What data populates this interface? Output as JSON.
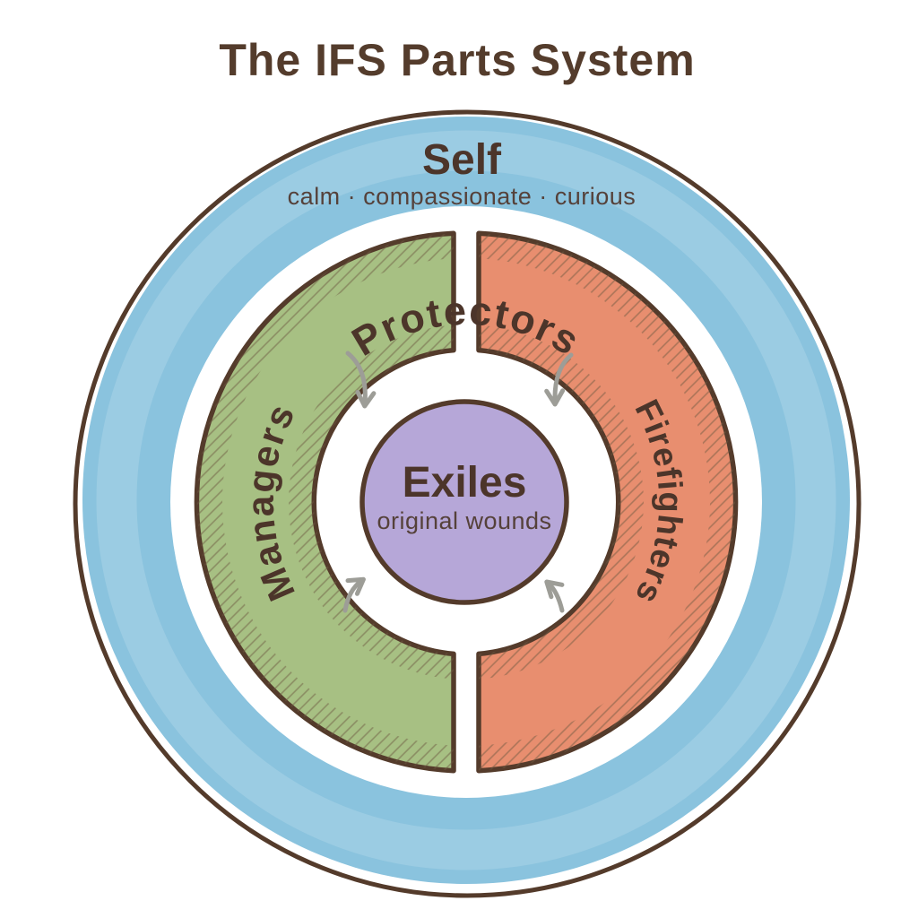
{
  "title": "The IFS Parts System",
  "rings": {
    "self": {
      "label": "Self",
      "traits": "calm · compassionate · curious"
    },
    "protectors": {
      "label": "Protectors"
    },
    "managers": {
      "label": "Managers"
    },
    "firefighters": {
      "label": "Firefighters"
    },
    "exiles": {
      "label": "Exiles",
      "subtitle": "original wounds"
    }
  },
  "colors": {
    "self_ring_blue": "#8ac3de",
    "managers_green": "#a7c083",
    "firefighters_orange": "#e88e6f",
    "exiles_purple": "#b6a7d8",
    "outline_brown": "#543b2b",
    "text_brown": "#4c352a",
    "arrow_gray": "#9d9d97"
  }
}
